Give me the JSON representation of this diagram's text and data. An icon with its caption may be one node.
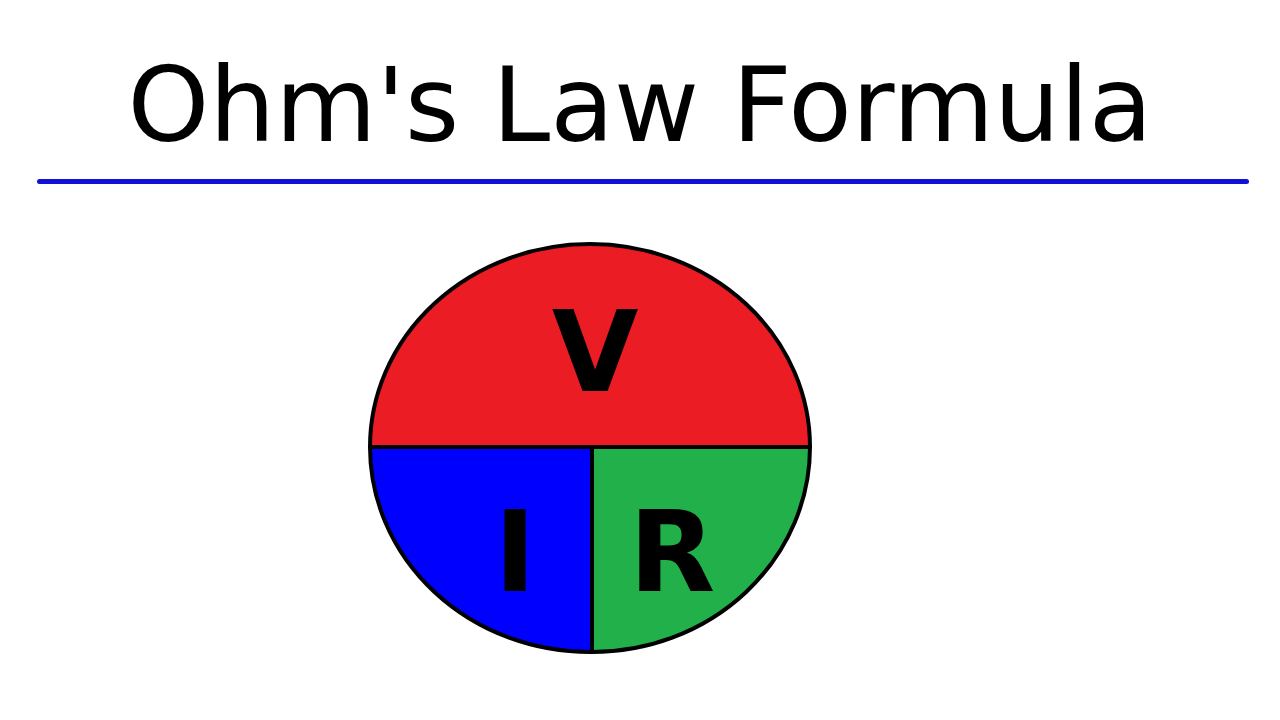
{
  "diagram": {
    "title": "Ohm's Law Formula",
    "nodes": [
      {
        "text": [
          "V"
        ]
      },
      {
        "text": [
          "I"
        ]
      },
      {
        "text": [
          "R"
        ]
      }
    ]
  }
}
